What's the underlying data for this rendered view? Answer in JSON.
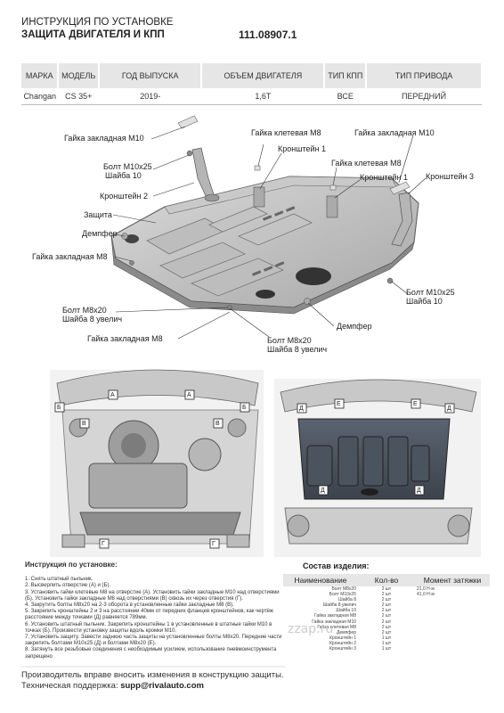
{
  "header": {
    "title_line1": "ИНСТРУКЦИЯ ПО УСТАНОВКЕ",
    "title_line2": "ЗАЩИТА ДВИГАТЕЛЯ И КПП",
    "article": "111.08907.1"
  },
  "spec_table": {
    "headers": [
      "МАРКА",
      "МОДЕЛЬ",
      "ГОД ВЫПУСКА",
      "ОБЪЕМ ДВИГАТЕЛЯ",
      "ТИП КПП",
      "ТИП ПРИВОДА"
    ],
    "row": [
      "Changan",
      "CS 35+",
      "2019-",
      "1,6Т",
      "ВСЕ",
      "ПЕРЕДНИЙ"
    ]
  },
  "labels": {
    "nut_m10_top": "Гайка закладная М10",
    "bolt_m10x25_left_1": "Болт М10х25",
    "bolt_m10x25_left_2": "Шайба 10",
    "bracket2": "Кронштейн 2",
    "guard": "Защита",
    "damper_left": "Демпфер",
    "nut_m8_left": "Гайка закладная М8",
    "bolt_m8x20_left_1": "Болт М8х20",
    "bolt_m8x20_left_2": "Шайба 8 увелич",
    "nut_m8_bottom": "Гайка закладная М8",
    "cage_nut_m8_1": "Гайка клетевая М8",
    "bracket1_a": "Кронштейн 1",
    "nut_m10_right": "Гайка закладная М10",
    "cage_nut_m8_2": "Гайка клетевая М8",
    "bracket1_b": "Кронштейн 1",
    "bracket3": "Кронштейн 3",
    "bolt_m10x25_right_1": "Болт М10х25",
    "bolt_m10x25_right_2": "Шайба 10",
    "damper_right": "Демпфер",
    "bolt_m8x20_bottom_1": "Болт М8х20",
    "bolt_m8x20_bottom_2": "Шайба 8 увелич"
  },
  "point_letters": [
    "А",
    "Б",
    "В",
    "Г",
    "Д",
    "Е"
  ],
  "instructions": {
    "title": "Инструкция по установке:",
    "steps": [
      "1. Снять штатный пыльник.",
      "2. Высверлить отверстие (А) и (Б).",
      "3. Установить гайки клетевые М8 на отверстие (А). Установить гайки закладные М10 над отверстиями (Б). Установить гайки закладные М8 над отверстиями (В) сквозь их через отверстия (Г).",
      "4. Закрутить болты М8х20 на 2-3 оборота в установленные гайки закладные М8 (В).",
      "5. Закрепить кронштейны 2 и 3 на расстоянии 40мм от передних фланцев кронштейнов, как чертёж расстояние между точками (Д) равняется 789мм.",
      "6. Установить штатный пыльник. Закрепить кронштейны 1 в установленные в штатные гайки М10 в точках (Б). Произвести установку защиты вдоль кромки М10.",
      "7. Установить защиту. Завести заднюю часть защиты на установленные болты М8х20. Передние части закрепить болтами М10х25 (Д) и болтами М8х20 (Е).",
      "8. Затянуть все резьбовые соединения с необходимым усилием, использование пневмоинструмента запрещено"
    ]
  },
  "parts": {
    "title": "Состав изделия:",
    "headers": [
      "Наименование",
      "Кол-во",
      "Момент затяжки"
    ],
    "rows": [
      [
        "Болт М8х20",
        "2 шт",
        "21,0 Н·м"
      ],
      [
        "Болт М10х25",
        "2 шт",
        "41,0 Н·м"
      ],
      [
        "Шайба 8",
        "2 шт",
        ""
      ],
      [
        "Шайба 8 увелич",
        "2 шт",
        ""
      ],
      [
        "Шайба 10",
        "2 шт",
        ""
      ],
      [
        "Гайка закладная М8",
        "2 шт",
        ""
      ],
      [
        "Гайка закладная М10",
        "2 шт",
        ""
      ],
      [
        "Гайка клетевая М8",
        "2 шт",
        ""
      ],
      [
        "Демпфер",
        "2 шт",
        ""
      ],
      [
        "Кронштейн 1",
        "1 шт",
        ""
      ],
      [
        "Кронштейн 2",
        "1 шт",
        ""
      ],
      [
        "Кронштейн 3",
        "1 шт",
        ""
      ]
    ]
  },
  "footer": {
    "line1": "Производитель вправе вносить изменения в конструкцию защиты.",
    "line2_prefix": "Техническая поддержка: ",
    "line2_email": "supp@rivalauto.com"
  },
  "watermark": "zzap.ru"
}
